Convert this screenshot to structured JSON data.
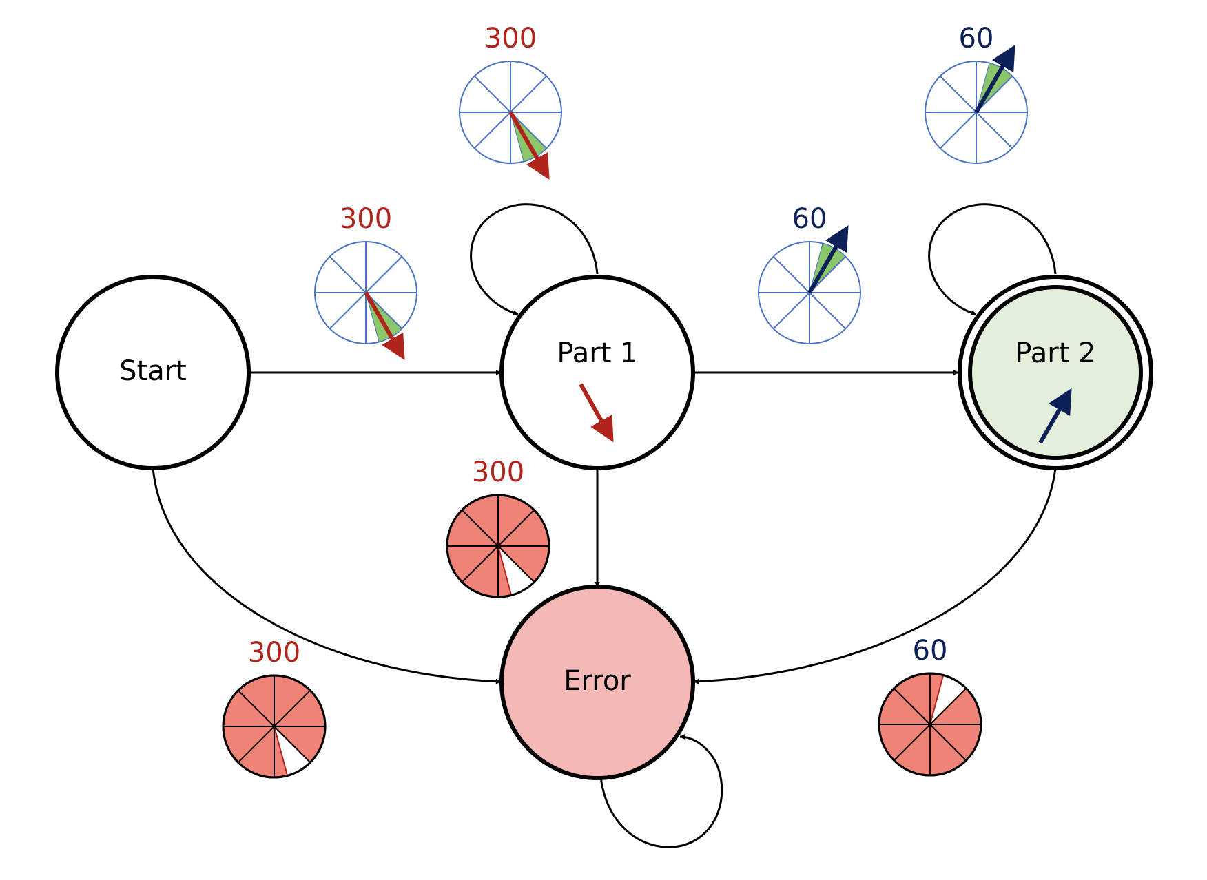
{
  "nodes": {
    "start": {
      "label": "Start",
      "fill": "#ffffff"
    },
    "part1": {
      "label": "Part 1",
      "fill": "#ffffff"
    },
    "part2": {
      "label": "Part 2",
      "fill": "#e3eedb"
    },
    "error": {
      "label": "Error",
      "fill": "#f4b9b6"
    }
  },
  "dials": {
    "start_to_part1": {
      "label": "300",
      "pointer_deg": 150,
      "shaded_deg": 30,
      "style": "valid"
    },
    "part1_loop": {
      "label": "300",
      "pointer_deg": 150,
      "shaded_deg": 30,
      "style": "valid"
    },
    "part1_to_part2": {
      "label": "60",
      "pointer_deg": 30,
      "shaded_deg": 30,
      "style": "valid"
    },
    "part2_loop": {
      "label": "60",
      "pointer_deg": 30,
      "shaded_deg": 30,
      "style": "valid"
    },
    "part1_to_error": {
      "label": "300",
      "pointer_deg": 150,
      "shaded_deg": 30,
      "style": "invalid"
    },
    "start_to_error": {
      "label": "300",
      "pointer_deg": 150,
      "shaded_deg": 30,
      "style": "invalid"
    },
    "part2_to_error": {
      "label": "60",
      "pointer_deg": 30,
      "shaded_deg": 30,
      "style": "invalid"
    }
  },
  "colors": {
    "red": "#b0251b",
    "navy": "#0d2158",
    "dial_line": "#4a72c0",
    "dial_green": "#8cc66a",
    "error_fill": "#f08378"
  },
  "icons": {
    "pointer": "direction-arrow-icon",
    "dial": "compass-dial-icon"
  }
}
